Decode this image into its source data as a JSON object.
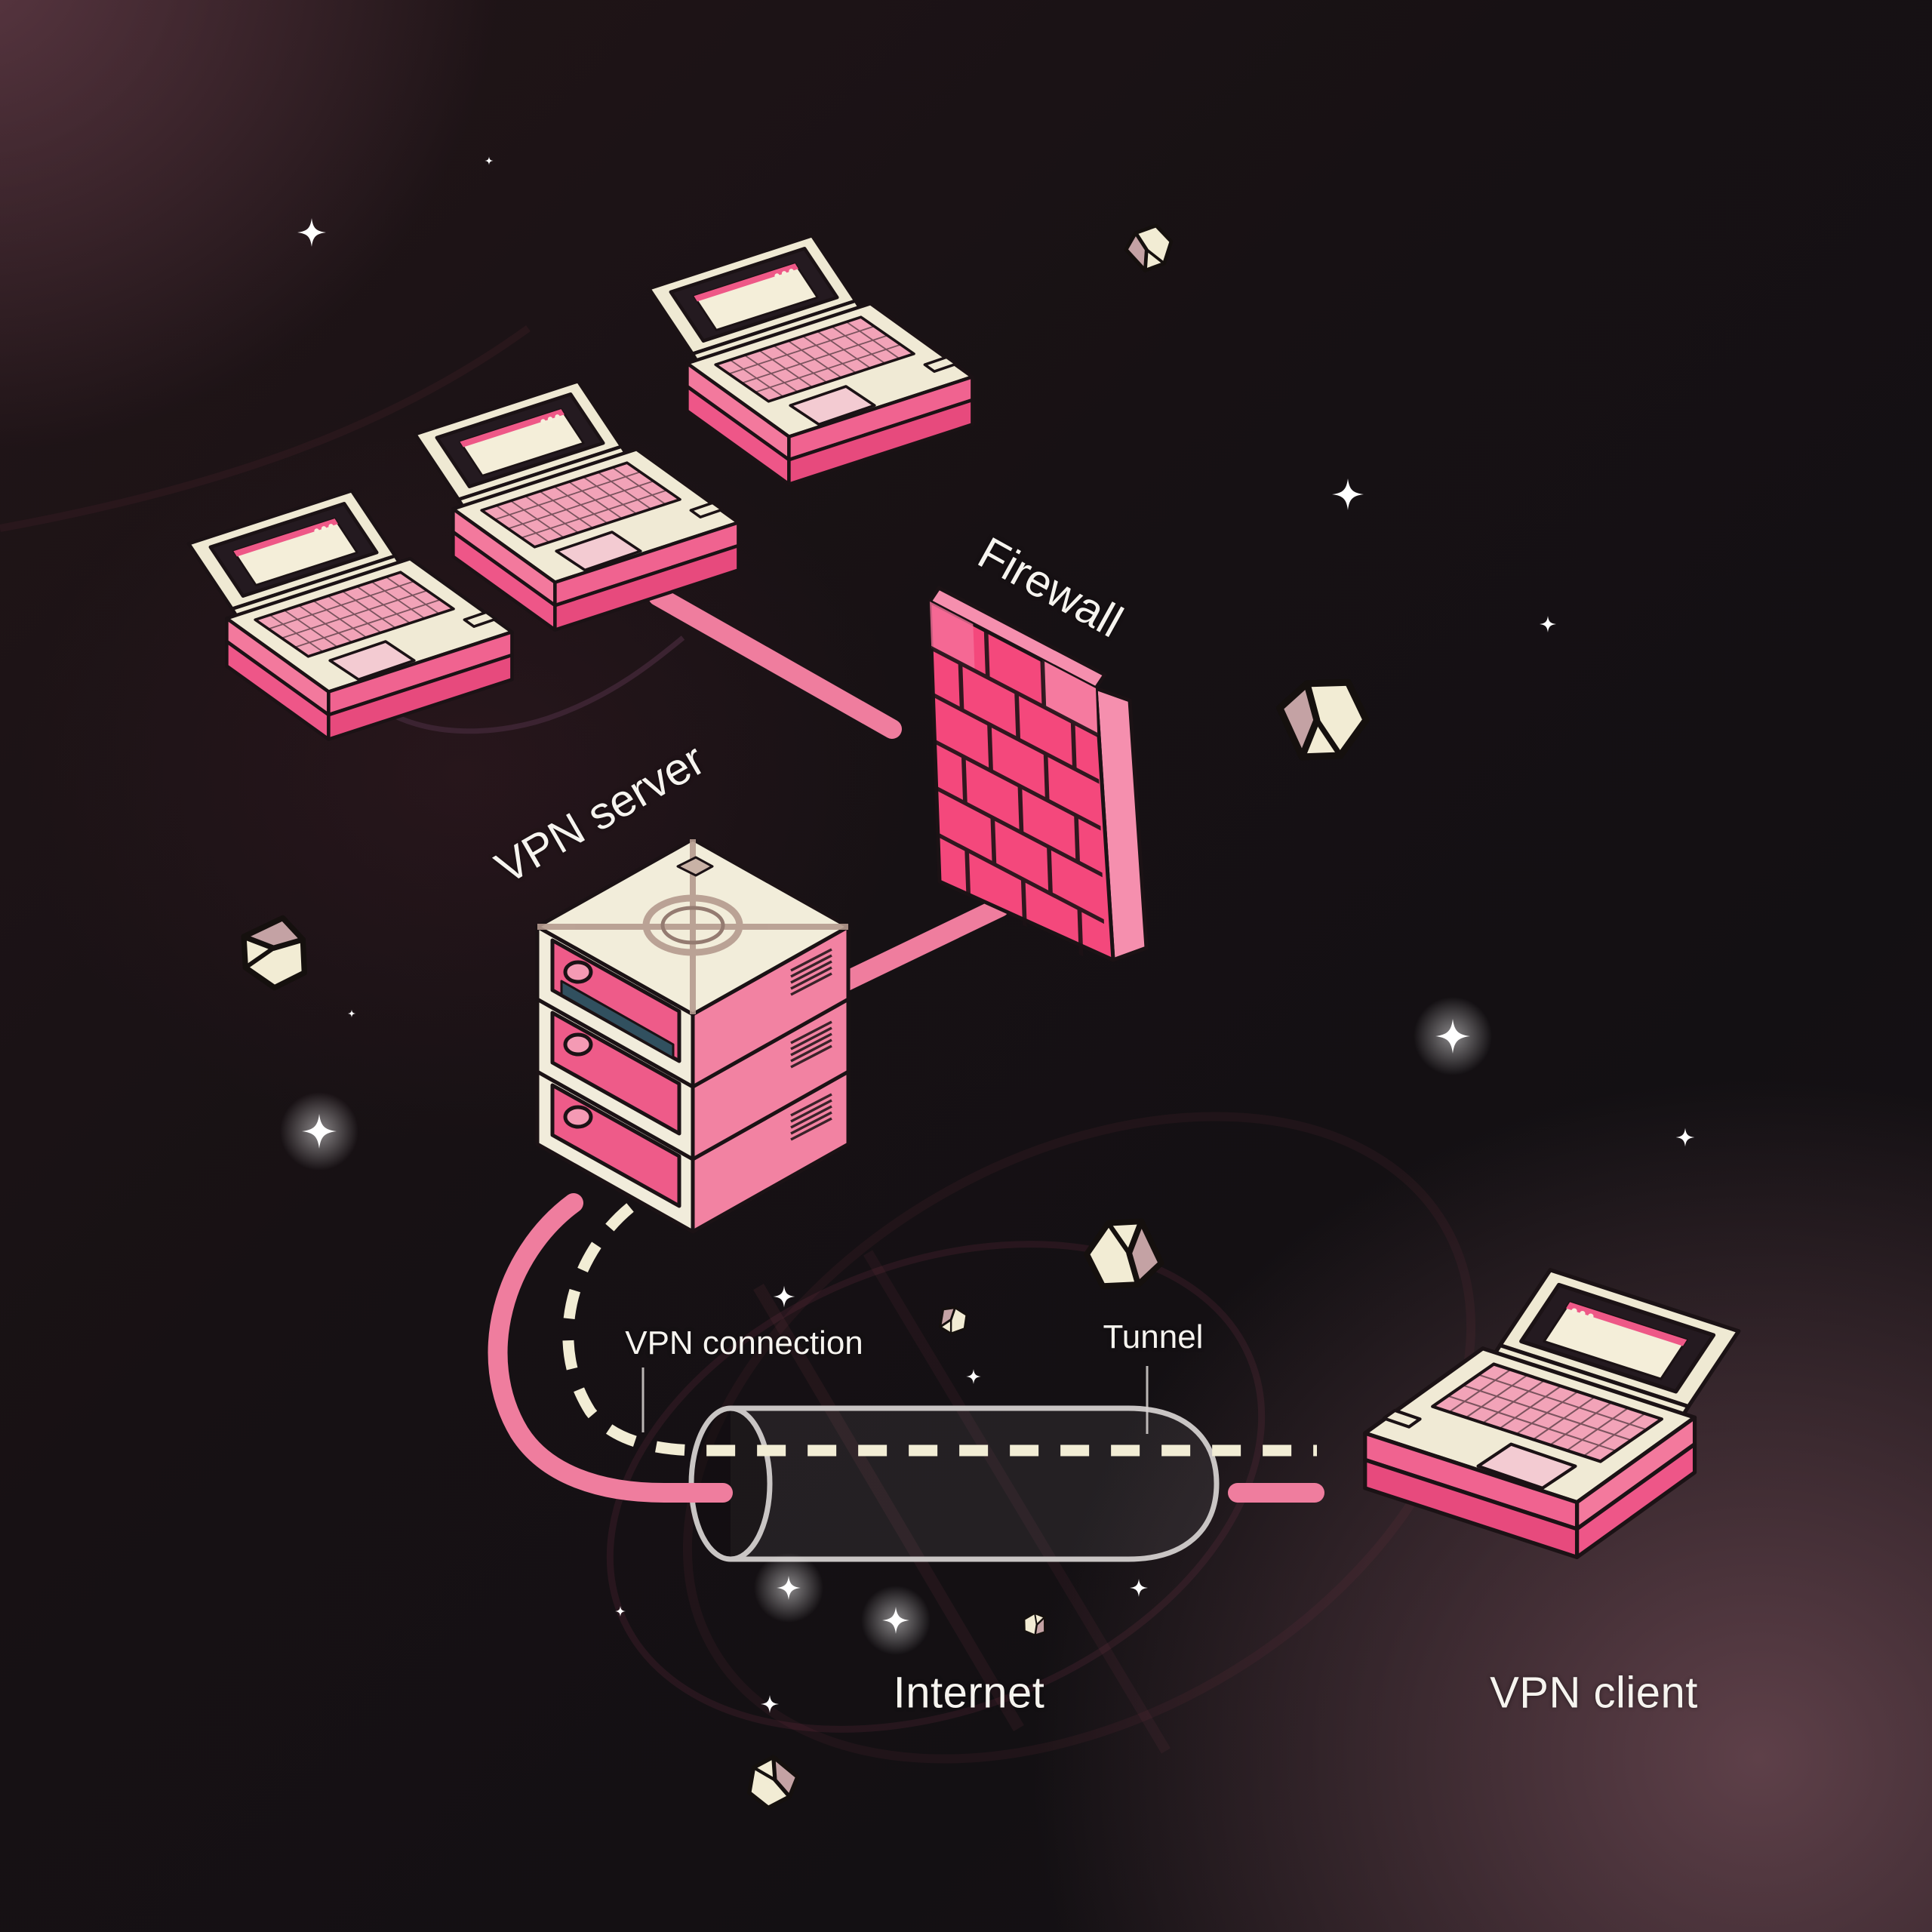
{
  "page": {
    "title": "VPN network diagram illustration"
  },
  "labels": {
    "firewall": "Firewall",
    "vpn_server": "VPN server",
    "vpn_connection": "VPN connection",
    "tunnel": "Tunnel",
    "internet": "Internet",
    "vpn_client": "VPN client"
  },
  "diagram": {
    "nodes": [
      {
        "id": "office-laptops",
        "type": "laptop-group",
        "count": 3,
        "label": ""
      },
      {
        "id": "vpn-server",
        "type": "server-stack",
        "units": 3,
        "label": "VPN server"
      },
      {
        "id": "firewall",
        "type": "brick-wall",
        "label": "Firewall"
      },
      {
        "id": "vpn-connection",
        "type": "dashed-line",
        "label": "VPN connection"
      },
      {
        "id": "tunnel",
        "type": "transparent-cylinder",
        "label": "Tunnel"
      },
      {
        "id": "internet",
        "type": "region",
        "label": "Internet"
      },
      {
        "id": "vpn-client",
        "type": "laptop",
        "label": "VPN client"
      }
    ],
    "edges": [
      {
        "from": "office-laptops",
        "to": "firewall",
        "style": "solid-pink"
      },
      {
        "from": "firewall",
        "to": "vpn-server",
        "style": "solid-pink"
      },
      {
        "from": "vpn-server",
        "to": "tunnel",
        "style": "dashed-cream-and-solid-pink-curve"
      },
      {
        "from": "tunnel",
        "to": "vpn-client",
        "style": "dashed-cream-and-solid-pink"
      }
    ]
  },
  "icons": [
    "laptop-icon",
    "server-stack-icon",
    "firewall-brick-wall-icon",
    "tunnel-cylinder-icon",
    "sparkle-star-icon",
    "rock-icon"
  ],
  "colors": {
    "background_base": "#151013",
    "glow_top_left": "#5a3742",
    "glow_bottom_right": "#5e4049",
    "pink_bright": "#f4487c",
    "pink_soft": "#f58fae",
    "pink_line": "#ef7d9e",
    "cream": "#f0ead5",
    "dash_cream": "#f2edd5",
    "screen_dark": "#241a20",
    "teal_slot": "#31505f",
    "rock_mauve": "#c4a2a4",
    "tunnel_outline": "#c9c5c4",
    "outline_dark": "#1b1215",
    "text_white": "#f6f4ef"
  }
}
